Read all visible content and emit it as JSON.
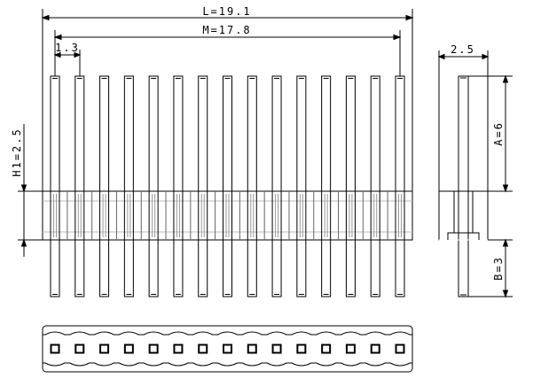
{
  "dimensions": {
    "overall_length": "L=19.1",
    "pin_span": "M=17.8",
    "pitch": "1.3",
    "body_height": "H1=2.5",
    "side_width": "2.5",
    "top_pin_length": "A=6",
    "bottom_pin_length": "B=3"
  },
  "pin_count": 15
}
